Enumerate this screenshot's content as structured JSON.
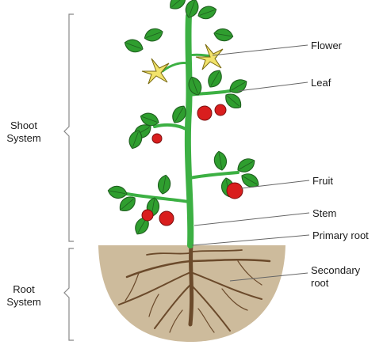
{
  "labels": {
    "shoot_line1": "Shoot",
    "shoot_line2": "System",
    "root_line1": "Root",
    "root_line2": "System",
    "flower": "Flower",
    "leaf": "Leaf",
    "fruit": "Fruit",
    "stem": "Stem",
    "primary_root": "Primary root",
    "secondary_line1": "Secondary",
    "secondary_line2": "root"
  },
  "colors": {
    "leaf": "#2f9e2f",
    "leaf_outline": "#1f5f1f",
    "stem": "#3cb043",
    "flower": "#f2e36b",
    "fruit": "#d91e1e",
    "soil": "#cdbb9c",
    "root": "#6b4a2b",
    "bracket": "#888888",
    "leader_line": "#666666"
  },
  "icons": [
    "tomato-plant-illustration",
    "soil-mound",
    "root-system"
  ]
}
